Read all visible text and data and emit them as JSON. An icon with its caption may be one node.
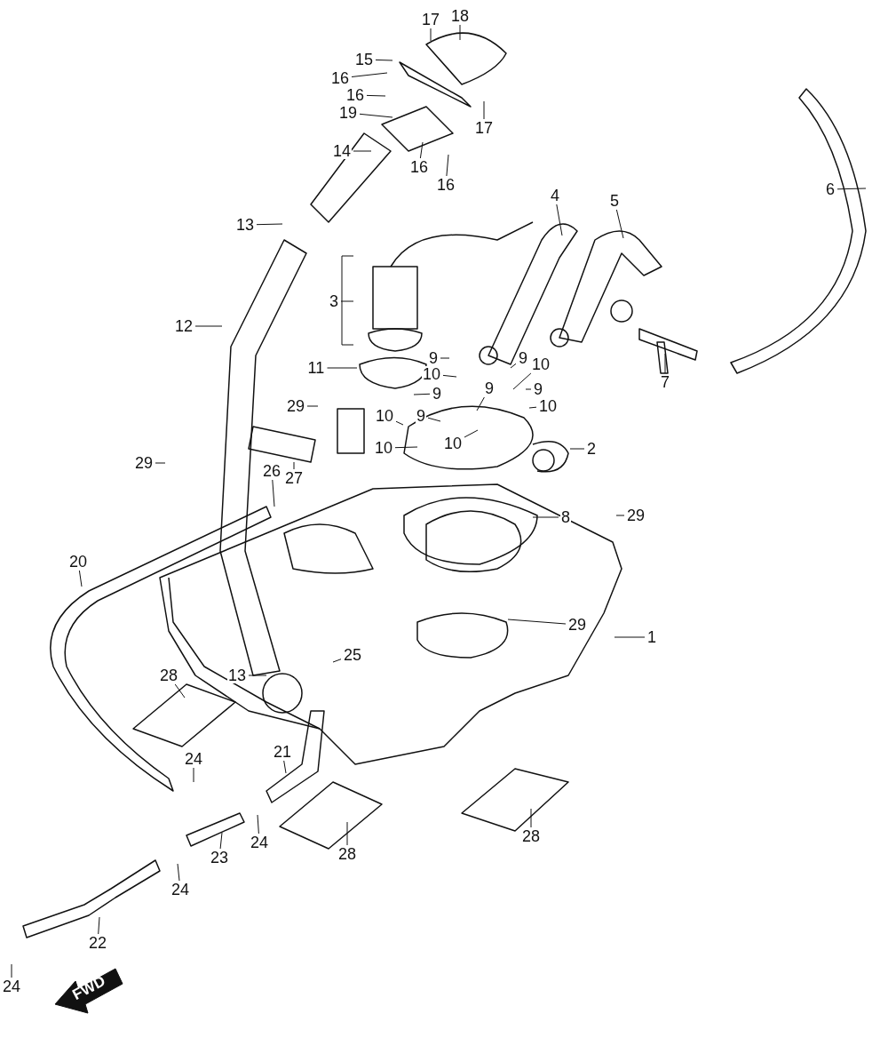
{
  "diagram": {
    "nodes": [
      {
        "text": [
          "17"
        ]
      },
      {
        "text": [
          "18"
        ]
      },
      {
        "text": [
          "15"
        ]
      },
      {
        "text": [
          "16"
        ]
      },
      {
        "text": [
          "16"
        ]
      },
      {
        "text": [
          "19"
        ]
      },
      {
        "text": [
          "17"
        ]
      },
      {
        "text": [
          "14"
        ]
      },
      {
        "text": [
          "16"
        ]
      },
      {
        "text": [
          "16"
        ]
      },
      {
        "text": [
          "6"
        ]
      },
      {
        "text": [
          "4"
        ]
      },
      {
        "text": [
          "5"
        ]
      },
      {
        "text": [
          "13"
        ]
      },
      {
        "text": [
          "3"
        ]
      },
      {
        "text": [
          "12"
        ]
      },
      {
        "text": [
          "9"
        ]
      },
      {
        "text": [
          "9"
        ]
      },
      {
        "text": [
          "10"
        ]
      },
      {
        "text": [
          "11"
        ]
      },
      {
        "text": [
          "10"
        ]
      },
      {
        "text": [
          "7"
        ]
      },
      {
        "text": [
          "9"
        ]
      },
      {
        "text": [
          "9"
        ]
      },
      {
        "text": [
          "9"
        ]
      },
      {
        "text": [
          "9"
        ]
      },
      {
        "text": [
          "29"
        ]
      },
      {
        "text": [
          "10"
        ]
      },
      {
        "text": [
          "10"
        ]
      },
      {
        "text": [
          "10"
        ]
      },
      {
        "text": [
          "10"
        ]
      },
      {
        "text": [
          "2"
        ]
      },
      {
        "text": [
          "29"
        ]
      },
      {
        "text": [
          "26"
        ]
      },
      {
        "text": [
          "27"
        ]
      },
      {
        "text": [
          "29"
        ]
      },
      {
        "text": [
          "8"
        ]
      },
      {
        "text": [
          "20"
        ]
      },
      {
        "text": [
          "29"
        ]
      },
      {
        "text": [
          "1"
        ]
      },
      {
        "text": [
          "25"
        ]
      },
      {
        "text": [
          "13"
        ]
      },
      {
        "text": [
          "28"
        ]
      },
      {
        "text": [
          "21"
        ]
      },
      {
        "text": [
          "24"
        ]
      },
      {
        "text": [
          "28"
        ]
      },
      {
        "text": [
          "24"
        ]
      },
      {
        "text": [
          "28"
        ]
      },
      {
        "text": [
          "23"
        ]
      },
      {
        "text": [
          "24"
        ]
      },
      {
        "text": [
          "22"
        ]
      },
      {
        "text": [
          "24"
        ]
      }
    ],
    "edges": [
      {
        "from": 0,
        "to": null,
        "arrow": "none"
      },
      {
        "from": 1,
        "to": null,
        "arrow": "none"
      },
      {
        "from": 2,
        "to": null,
        "arrow": "none"
      },
      {
        "from": 3,
        "to": null,
        "arrow": "none"
      },
      {
        "from": 4,
        "to": null,
        "arrow": "none"
      },
      {
        "from": 5,
        "to": null,
        "arrow": "none"
      },
      {
        "from": 6,
        "to": null,
        "arrow": "none"
      },
      {
        "from": 7,
        "to": null,
        "arrow": "none"
      },
      {
        "from": 8,
        "to": null,
        "arrow": "none"
      },
      {
        "from": 9,
        "to": null,
        "arrow": "none"
      },
      {
        "from": 10,
        "to": null,
        "arrow": "none"
      },
      {
        "from": 11,
        "to": null,
        "arrow": "none"
      },
      {
        "from": 12,
        "to": null,
        "arrow": "none"
      },
      {
        "from": 13,
        "to": null,
        "arrow": "none"
      },
      {
        "from": 14,
        "to": null,
        "arrow": "none"
      },
      {
        "from": 15,
        "to": null,
        "arrow": "none"
      },
      {
        "from": 16,
        "to": null,
        "arrow": "none"
      },
      {
        "from": 17,
        "to": null,
        "arrow": "none"
      },
      {
        "from": 18,
        "to": null,
        "arrow": "none"
      },
      {
        "from": 19,
        "to": null,
        "arrow": "none"
      },
      {
        "from": 20,
        "to": null,
        "arrow": "none"
      },
      {
        "from": 21,
        "to": null,
        "arrow": "none"
      },
      {
        "from": 22,
        "to": null,
        "arrow": "none"
      },
      {
        "from": 23,
        "to": null,
        "arrow": "none"
      },
      {
        "from": 24,
        "to": null,
        "arrow": "none"
      },
      {
        "from": 25,
        "to": null,
        "arrow": "none"
      },
      {
        "from": 26,
        "to": null,
        "arrow": "none"
      },
      {
        "from": 27,
        "to": null,
        "arrow": "none"
      },
      {
        "from": 28,
        "to": null,
        "arrow": "none"
      },
      {
        "from": 29,
        "to": null,
        "arrow": "none"
      },
      {
        "from": 30,
        "to": null,
        "arrow": "none"
      },
      {
        "from": 31,
        "to": null,
        "arrow": "none"
      },
      {
        "from": 32,
        "to": null,
        "arrow": "none"
      },
      {
        "from": 33,
        "to": null,
        "arrow": "none"
      },
      {
        "from": 34,
        "to": null,
        "arrow": "none"
      },
      {
        "from": 35,
        "to": null,
        "arrow": "none"
      },
      {
        "from": 36,
        "to": null,
        "arrow": "none"
      },
      {
        "from": 37,
        "to": null,
        "arrow": "none"
      },
      {
        "from": 38,
        "to": null,
        "arrow": "none"
      },
      {
        "from": 39,
        "to": null,
        "arrow": "none"
      },
      {
        "from": 40,
        "to": null,
        "arrow": "none"
      },
      {
        "from": 41,
        "to": null,
        "arrow": "none"
      },
      {
        "from": 42,
        "to": null,
        "arrow": "none"
      },
      {
        "from": 43,
        "to": null,
        "arrow": "none"
      },
      {
        "from": 44,
        "to": null,
        "arrow": "none"
      },
      {
        "from": 45,
        "to": null,
        "arrow": "none"
      },
      {
        "from": 46,
        "to": null,
        "arrow": "none"
      },
      {
        "from": 47,
        "to": null,
        "arrow": "none"
      },
      {
        "from": 48,
        "to": null,
        "arrow": "none"
      },
      {
        "from": 49,
        "to": null,
        "arrow": "none"
      },
      {
        "from": 50,
        "to": null,
        "arrow": "none"
      },
      {
        "from": 51,
        "to": null,
        "arrow": "none"
      }
    ],
    "labels": [
      "FWD"
    ]
  }
}
